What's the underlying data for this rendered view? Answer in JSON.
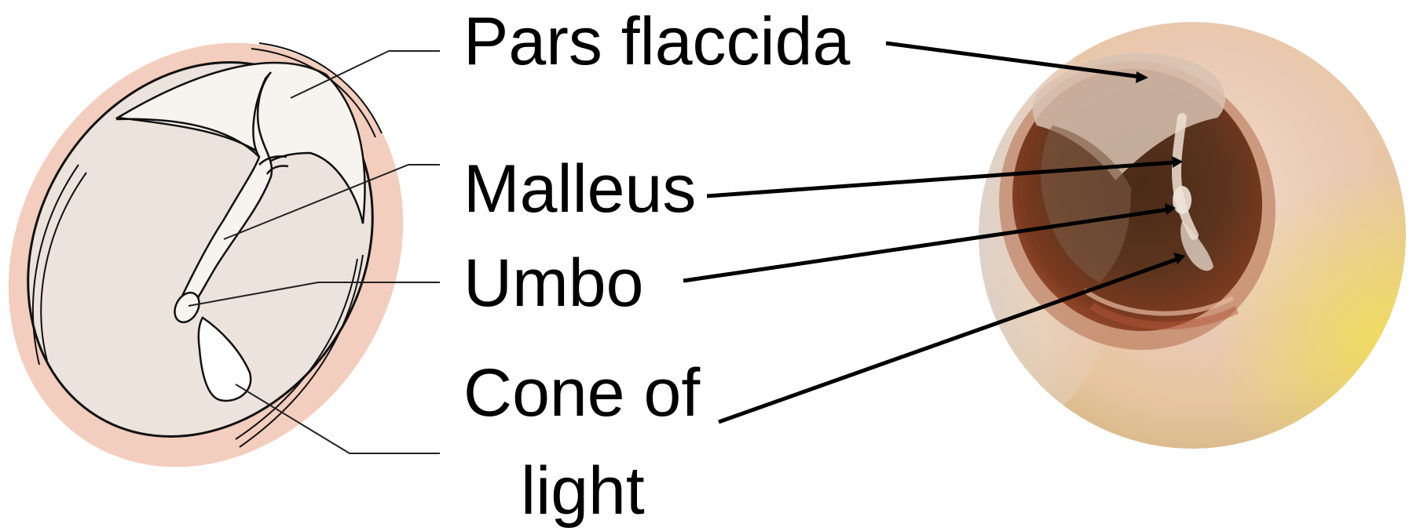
{
  "labels": {
    "pars_flaccida": "Pars flaccida",
    "malleus": "Malleus",
    "umbo": "Umbo",
    "cone_of_light_line1": "Cone of",
    "cone_of_light_line2": "light"
  },
  "colors": {
    "annulus": "#f3cdbd",
    "membrane_tensa": "#ece3dc",
    "membrane_flaccida": "#f7f3ee",
    "cone_of_light": "#ffffff",
    "photo_canal": "#e7c9b4",
    "photo_drum": "#5e3620",
    "photo_highlight": "#efe0d2",
    "label": "#000000"
  },
  "icons": {
    "drawing": "tympanic-membrane-illustration",
    "photo": "otoscopic-photo"
  }
}
